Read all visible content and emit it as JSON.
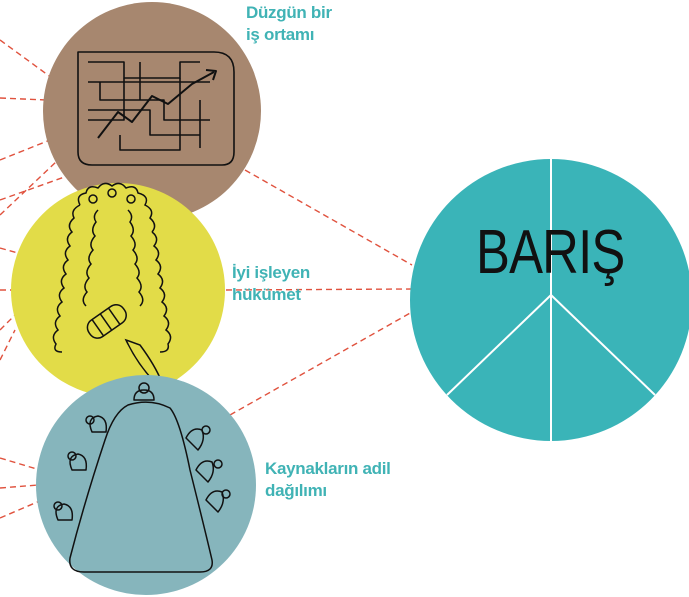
{
  "pillars": [
    {
      "id": "work",
      "label_lines": [
        "Düzgün bir",
        "iş ortamı"
      ],
      "color": "#a7876f",
      "icon": "chart-growth-icon"
    },
    {
      "id": "government",
      "label_lines": [
        "İyi işleyen",
        "hükümet"
      ],
      "color": "#e2dc48",
      "icon": "parliament-seating-icon"
    },
    {
      "id": "resources",
      "label_lines": [
        "Kaynakların adil",
        "dağılımı"
      ],
      "color": "#86b5bc",
      "icon": "negotiation-table-icon"
    }
  ],
  "peace": {
    "word": "BARIŞ",
    "color": "#3ab4b8"
  },
  "colors": {
    "connector": "#e0523e",
    "label": "#40b3b5",
    "outline": "#111111"
  }
}
